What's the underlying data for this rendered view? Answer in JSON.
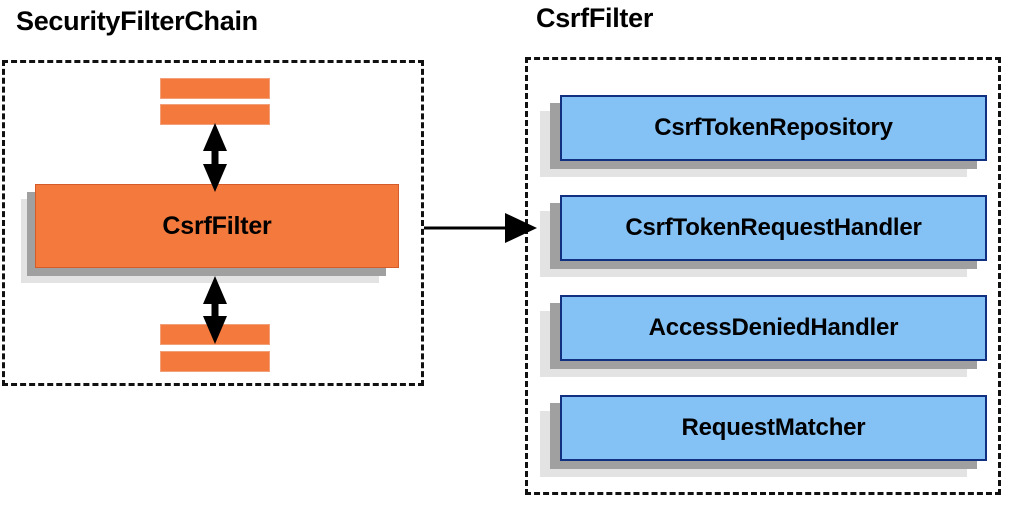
{
  "diagram": {
    "title_left": "SecurityFilterChain",
    "title_right": "CsrfFilter",
    "left_panel": {
      "name": "SecurityFilterChain",
      "highlighted_filter": "CsrfFilter",
      "stub_bars_above": 2,
      "stub_bars_below": 2,
      "arrow_up_label": "",
      "arrow_down_label": ""
    },
    "right_panel": {
      "name": "CsrfFilter",
      "components": [
        {
          "label": "CsrfTokenRepository"
        },
        {
          "label": "CsrfTokenRequestHandler"
        },
        {
          "label": "AccessDeniedHandler"
        },
        {
          "label": "RequestMatcher"
        }
      ]
    },
    "connector": {
      "from": "CsrfFilter",
      "to": "CsrfFilter details panel",
      "style": "single-headed arrow, left to right"
    },
    "colors": {
      "filter_fill": "#f4793c",
      "filter_border": "#d35c2a",
      "component_fill": "#84c1f5",
      "component_border": "#11307f",
      "shadow_near": "#a0a0a0",
      "shadow_far": "#e3e3e3",
      "panel_border": "#111111",
      "text": "#000000",
      "background": "#ffffff"
    }
  }
}
